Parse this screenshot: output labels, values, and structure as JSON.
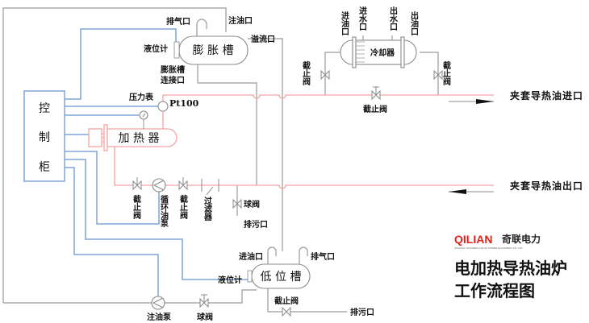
{
  "diagram": {
    "title_line1": "电加热导热油炉",
    "title_line2": "工作流程图",
    "logo": {
      "brand": "QILIAN",
      "brand_cn": "奇联电力",
      "subtitle": "JIANGSU YANCHENG QILIAN POWER EQUIPMENT CO.,LTD.",
      "brand_color": "#e2231a"
    },
    "colors": {
      "hot_oil_pipe": "#f4a3a3",
      "signal_line": "#7fa6d9",
      "aux_pipe": "#9a9a9a"
    },
    "control_cabinet": {
      "label_chars": [
        "控",
        "制",
        "柜"
      ]
    },
    "expansion_tank": {
      "label": "膨 胀 槽",
      "vent": "排气口",
      "oil_fill": "注油口",
      "overflow": "溢流口",
      "level_gauge": "液位计",
      "connection_line1": "膨胀槽",
      "connection_line2": "连接口"
    },
    "heater": {
      "label": "加 热 器",
      "pressure_gauge": "压力表",
      "temp_sensor": "Pt100"
    },
    "cooler": {
      "label": "冷却器",
      "oil_in": "进油口",
      "water_in": "进水口",
      "water_out": "出水口",
      "oil_out": "出油口",
      "valve_left": "截止阀",
      "valve_right": "截止阀",
      "valve_bypass": "截止阀"
    },
    "circulation": {
      "valve_in": "截止阀",
      "pump": "循环油泵",
      "valve_out": "截止阀",
      "filter": "过滤器",
      "ball_valve": "球阀",
      "drain": "排污口"
    },
    "jacket": {
      "inlet": "夹套导热油进口",
      "outlet": "夹套导热油出口"
    },
    "low_tank": {
      "label": "低 位 槽",
      "oil_in": "进油口",
      "vent": "排气口",
      "level_gauge": "液位计",
      "valve": "截止阀",
      "drain": "排污口"
    },
    "fill_line": {
      "pump": "注油泵",
      "ball_valve": "球阀"
    }
  }
}
